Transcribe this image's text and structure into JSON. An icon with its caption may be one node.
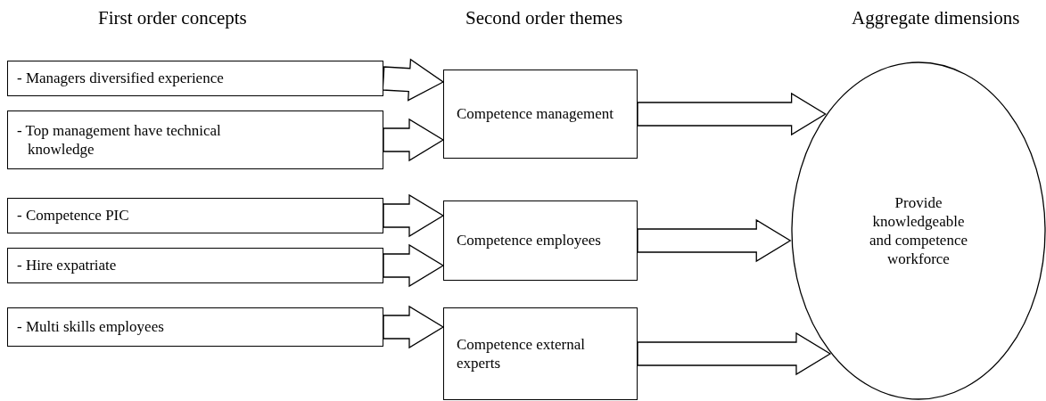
{
  "diagram": {
    "nodes": [
      {
        "text": [
          "- Managers diversified experience"
        ]
      },
      {
        "text": [
          "- Top management have technical knowledge"
        ]
      },
      {
        "text": [
          "- Competence PIC"
        ]
      },
      {
        "text": [
          "- Hire expatriate"
        ]
      },
      {
        "text": [
          "- Multi skills employees"
        ]
      },
      {
        "text": [
          "Competence management"
        ]
      },
      {
        "text": [
          "Competence employees"
        ]
      },
      {
        "text": [
          "Competence external experts"
        ]
      },
      {
        "text": [
          "Provide knowledgeable and competence workforce"
        ]
      }
    ],
    "edges": [
      {
        "from": 0,
        "to": 5,
        "arrow": "to"
      },
      {
        "from": 1,
        "to": 5,
        "arrow": "to"
      },
      {
        "from": 2,
        "to": 6,
        "arrow": "to"
      },
      {
        "from": 3,
        "to": 6,
        "arrow": "to"
      },
      {
        "from": 4,
        "to": 7,
        "arrow": "to"
      },
      {
        "from": 5,
        "to": 8,
        "arrow": "to"
      },
      {
        "from": 6,
        "to": 8,
        "arrow": "to"
      },
      {
        "from": 7,
        "to": 8,
        "arrow": "to"
      }
    ],
    "labels": [
      "First order concepts",
      "Second order themes",
      "Aggregate dimensions"
    ]
  }
}
